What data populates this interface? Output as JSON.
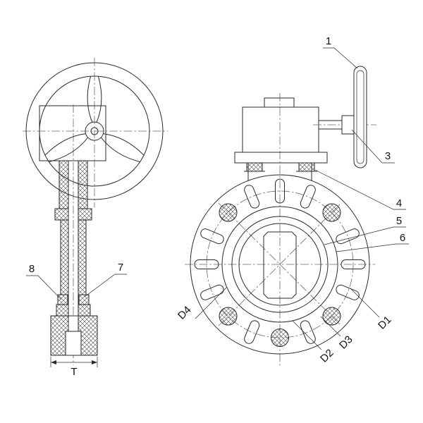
{
  "drawing": {
    "background": "#ffffff",
    "line_color": "#2a2a2a",
    "labels": {
      "part_1": "1",
      "part_3": "3",
      "part_4": "4",
      "part_5": "5",
      "part_6": "6",
      "part_7": "7",
      "part_8": "8"
    },
    "dims": {
      "d1": "D1",
      "d2": "D2",
      "d3": "D3",
      "d4": "D4",
      "t": "T"
    }
  }
}
